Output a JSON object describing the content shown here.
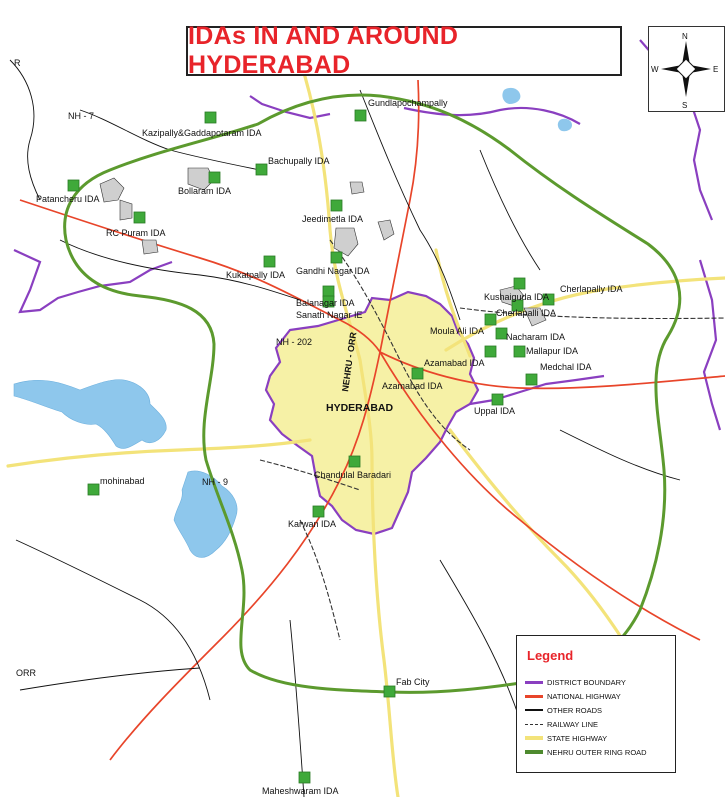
{
  "title": "IDAs IN AND AROUND HYDERABAD",
  "compass": {
    "n": "N",
    "s": "S",
    "e": "E",
    "w": "W"
  },
  "city": "HYDERABAD",
  "road_labels": {
    "nh7": "NH - 7",
    "nh202": "NH - 202",
    "nh9": "NH - 9",
    "orr": "ORR",
    "nehru_orr": "NEHRU - ORR",
    "r": "R"
  },
  "ida_labels": [
    {
      "key": "gundlapochampally",
      "text": "Gundlapochampally"
    },
    {
      "key": "kazipally",
      "text": "Kazipally&Gaddapotaram IDA"
    },
    {
      "key": "bachupally",
      "text": "Bachupally IDA"
    },
    {
      "key": "bollaram",
      "text": "Bollaram IDA"
    },
    {
      "key": "patancheru",
      "text": "Patancheru IDA"
    },
    {
      "key": "rcpuram",
      "text": "RC Puram IDA"
    },
    {
      "key": "jeedimetla",
      "text": "Jeedimetla IDA"
    },
    {
      "key": "gandhinagar",
      "text": "Gandhi Nagar IDA"
    },
    {
      "key": "kukatpally",
      "text": "Kukatpally IDA"
    },
    {
      "key": "balanagar",
      "text": "Balanagar IDA"
    },
    {
      "key": "sanathnagar",
      "text": "Sanath Nagar IE"
    },
    {
      "key": "kushaiguda",
      "text": "Kushaiguda IDA"
    },
    {
      "key": "cherlapally1",
      "text": "Cherlapally IDA"
    },
    {
      "key": "cherlapally2",
      "text": "Cherlapalli IDA"
    },
    {
      "key": "moulaali",
      "text": "Moula Ali IDA"
    },
    {
      "key": "nacharam",
      "text": "Nacharam IDA"
    },
    {
      "key": "mallapur",
      "text": "Mallapur IDA"
    },
    {
      "key": "azamabad1",
      "text": "Azamabad IDA"
    },
    {
      "key": "azamabad2",
      "text": "Azamabad IDA"
    },
    {
      "key": "medchal",
      "text": "Medchal IDA"
    },
    {
      "key": "uppal",
      "text": "Uppal IDA"
    },
    {
      "key": "chandulal",
      "text": "Chandulal Baradari"
    },
    {
      "key": "mohinabad",
      "text": "mohinabad"
    },
    {
      "key": "karwan",
      "text": "Karwan IDA"
    },
    {
      "key": "fabcity",
      "text": "Fab City"
    },
    {
      "key": "maheshwaram",
      "text": "Maheshwaram IDA"
    }
  ],
  "legend": {
    "title": "Legend",
    "items": [
      {
        "label": "DISTRICT BOUNDARY",
        "color": "#8a3fc0"
      },
      {
        "label": "NATIONAL HIGHWAY",
        "color": "#e8452a"
      },
      {
        "label": "OTHER ROADS",
        "color": "#111111"
      },
      {
        "label": "RAILWAY LINE",
        "color": "#333333"
      },
      {
        "label": "STATE HIGHWAY",
        "color": "#f3e37a"
      },
      {
        "label": "NEHRU OUTER RING ROAD",
        "color": "#4e8a2e"
      }
    ]
  },
  "colors": {
    "city_fill": "#f6f1a6",
    "district": "#8a3fc0",
    "ring": "#5c9a2e",
    "highway": "#e8452a",
    "state_highway": "#f3e37a",
    "water": "#8ec7ec",
    "ida_marker": "#3fa93a"
  }
}
